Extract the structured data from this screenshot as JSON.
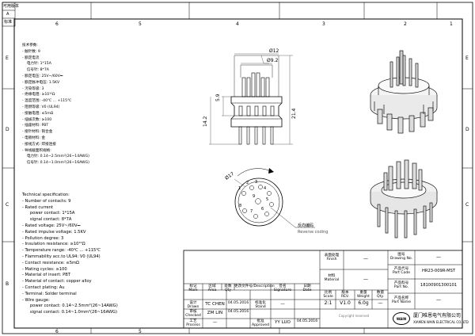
{
  "frame": {
    "top_numbers": [
      "1",
      "2",
      "3",
      "4",
      "5",
      "6"
    ],
    "side_letters": [
      "E",
      "D",
      "C",
      "B",
      "A"
    ],
    "corner_stamp": [
      "可用版本",
      "A",
      "标准"
    ]
  },
  "spec_cn": {
    "title": "技术参数:",
    "lines": [
      "- 触针数: 9",
      "- 额定电流",
      "    电力针: 1*15A",
      "    信号针: 8*7A",
      "- 额定电压: 25V~/60V⎓",
      "- 额定脉冲电压: 1.5KV",
      "- 污染等级: 3",
      "- 绝缘电阻: ≥10¹²Ω",
      "- 温度范围: -40℃ ... +115℃",
      "- 阻燃等级: V0 (UL94)",
      "- 接触电阻: ≤5mΩ",
      "- 插拔次数: ≥100",
      "- 插座材料: PBT",
      "- 接针材料: 铜合金",
      "- 电镀材料: 金",
      "- 接线方式: 焊接连接",
      "- 导线截面积规格:",
      "    电力针: 0.14~2.5mm²(26~14AWG)",
      "    信号针: 0.14~1.0mm²(26~16AWG)"
    ]
  },
  "spec_en": {
    "title": "Technical specification:",
    "lines": [
      "- Number of contacts: 9",
      "- Rated current",
      "      power contact: 1*15A",
      "      signal contact: 8*7A",
      "- Rated voltage: 25V~/60V⎓",
      "- Rated impulse voltage: 1.5KV",
      "- Pollution degree: 3",
      "- Insulation resistance: ≥10¹²Ω",
      "- Temperature range: -40℃ ... +115℃",
      "- Flammability acc.to UL94: V0 (UL94)",
      "- Contact resistance: ≤5mΩ",
      "- Mating cycles: ≥100",
      "- Material of insert: PBT",
      "- Material of contact: copper alloy",
      "- Contact plating: Au",
      "- Terminal: Solder terminal",
      "- Wire gauge:",
      "      power contact: 0.14~2.5mm²(26~14AWG)",
      "      signal contact: 0.14~1.0mm²(26~16AWG)"
    ]
  },
  "dimensions": {
    "d_outer": "Ø12",
    "d_inner": "Ø9.2",
    "h1": "5.9",
    "h2": "14.2",
    "h3": "21.4",
    "d_bottom": "Ø17"
  },
  "pins": [
    "1",
    "2",
    "3",
    "4",
    "5",
    "6",
    "7",
    "8",
    "9"
  ],
  "coding": {
    "cn": "反向编码",
    "en": "Reverse coding"
  },
  "title_block": {
    "head_labels": {
      "mark": "标记\nMark",
      "zone": "区域\nArea",
      "count": "处数\nQty",
      "change": "更改文件号/Description",
      "signature": "签名\nSignature",
      "date": "日期\nDate"
    },
    "rows": [
      {
        "role": "设计\nDrawn",
        "name": "TC CHEN",
        "date": "04.05.2016",
        "std_label": "标准化\nStand",
        "std_val": "—"
      },
      {
        "role": "审核\nChecked",
        "name": "ZM LIN",
        "date": "04.05.2016",
        "std_label": "",
        "std_val": ""
      },
      {
        "role": "工艺\nProcess",
        "name": "—",
        "date": "",
        "std_label": "批准\nApproved",
        "std_val": "YY LUO",
        "std_date": "04.05.2016"
      }
    ],
    "finish_label": "表面处理\nFinish",
    "finish_val": "—",
    "material_label": "材料\nMaterial",
    "material_val": "—",
    "scale_label": "比例\nScale",
    "scale_val": "2:1",
    "rev_label": "版本\nREV.",
    "rev_val": "V1.0",
    "weight_label": "重量\nWeight",
    "weight_val": "6.0g",
    "qty_label": "数量\nQty.",
    "qty_val": "—",
    "drawing_no_label": "图号\nDrawing No.",
    "drawing_no_val": "—",
    "part_code_label": "产品代号\nPart Code",
    "part_code_val": "HR23-009R-MST",
    "part_no_label": "产品料号\nPart No.",
    "part_no_val": "18100901300101",
    "part_name_label": "产品名称\nPart Name",
    "part_name_val": "—",
    "company_cn": "厦门唯恩电气有限公司",
    "company_en": "XIAMEN WAIN ELECTRICAL CO.,LTD",
    "logo_text": "WAIN",
    "footer_note": "Copyright reserved"
  }
}
